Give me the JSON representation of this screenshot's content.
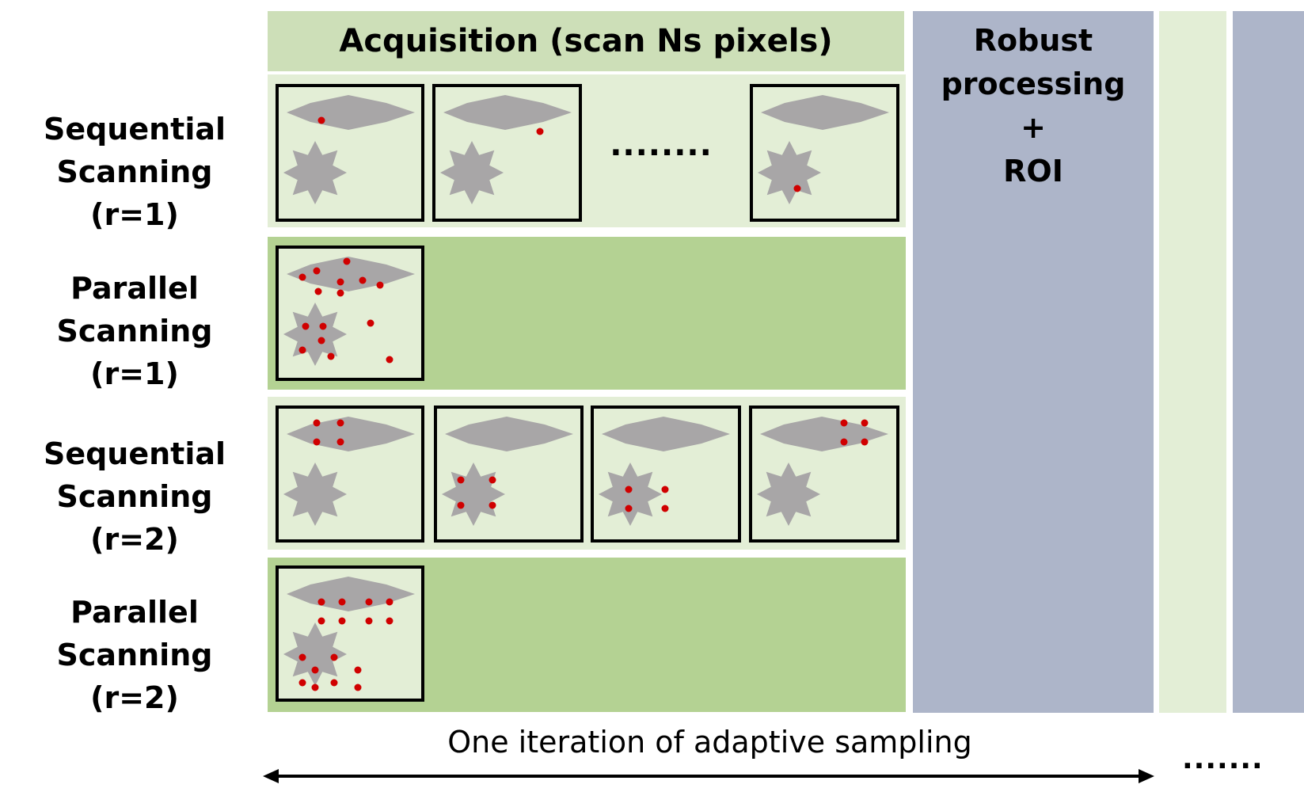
{
  "header": {
    "title": "Acquisition (scan Ns pixels)"
  },
  "rows": [
    {
      "line1": "Sequential",
      "line2": "Scanning (r=1)"
    },
    {
      "line1": "Parallel",
      "line2": "Scanning (r=1)"
    },
    {
      "line1": "Sequential",
      "line2": "Scanning (r=2)"
    },
    {
      "line1": "Parallel",
      "line2": "Scanning (r=2)"
    }
  ],
  "ellipsis": "........",
  "processing": {
    "line1": "Robust",
    "line2": "processing",
    "line3": "+",
    "line4": "ROI"
  },
  "bottom": {
    "caption": "One iteration of adaptive sampling",
    "trailing": "......."
  },
  "colors": {
    "light_green": "#e3eed6",
    "mid_green": "#b4d293",
    "header_green": "#cddfb8",
    "blue_gray": "#adb5c9",
    "shape_gray": "#a8a6a7",
    "dot_red": "#d00000"
  }
}
